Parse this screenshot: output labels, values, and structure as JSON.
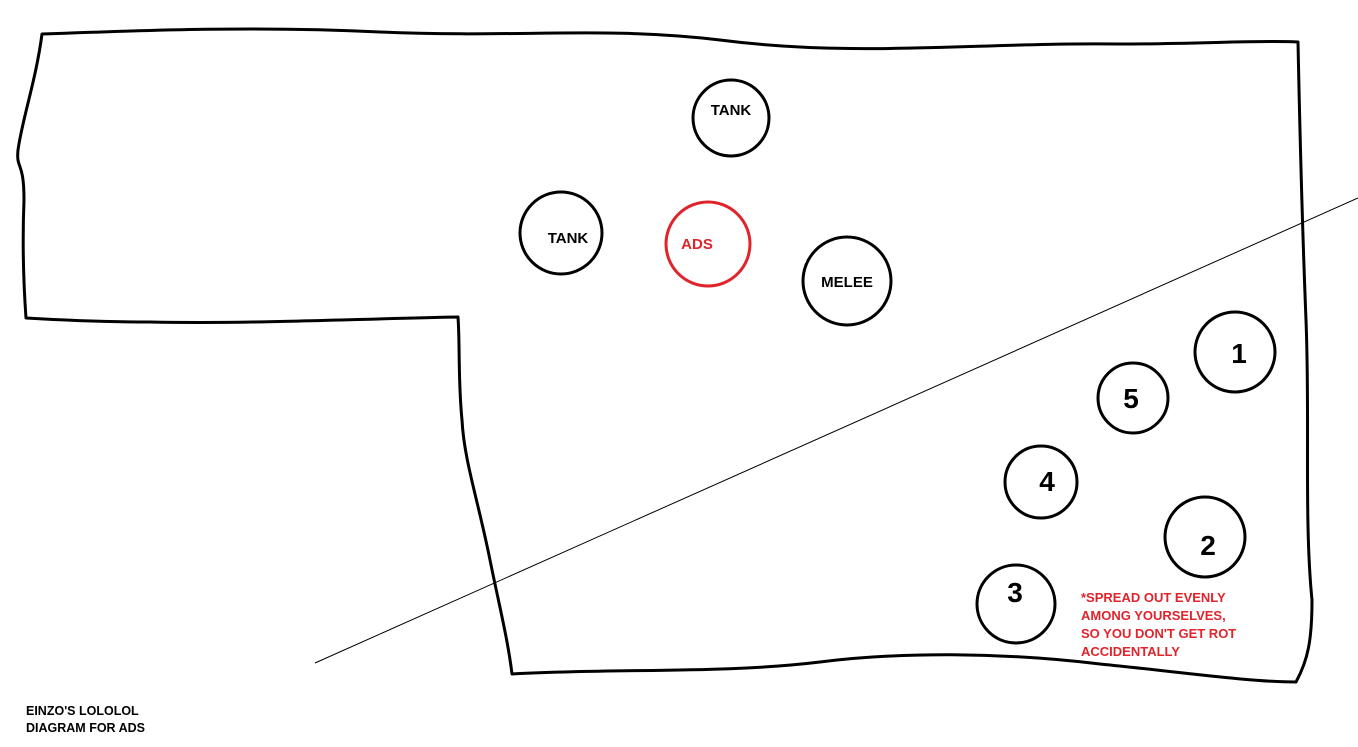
{
  "colors": {
    "ink": "#000000",
    "highlight": "#e0242c",
    "background": "#ffffff"
  },
  "markers": {
    "tank_top": "TANK",
    "tank_left": "TANK",
    "ads": "ADS",
    "melee": "MELEE",
    "spot_1": "1",
    "spot_2": "2",
    "spot_3": "3",
    "spot_4": "4",
    "spot_5": "5"
  },
  "note": {
    "line1": "*SPREAD OUT EVENLY",
    "line2": "AMONG YOURSELVES,",
    "line3": "SO YOU DON'T GET ROT",
    "line4": "ACCIDENTALLY"
  },
  "caption": {
    "line1": "EINZO'S LOLOLOL",
    "line2": "DIAGRAM FOR ADS"
  }
}
